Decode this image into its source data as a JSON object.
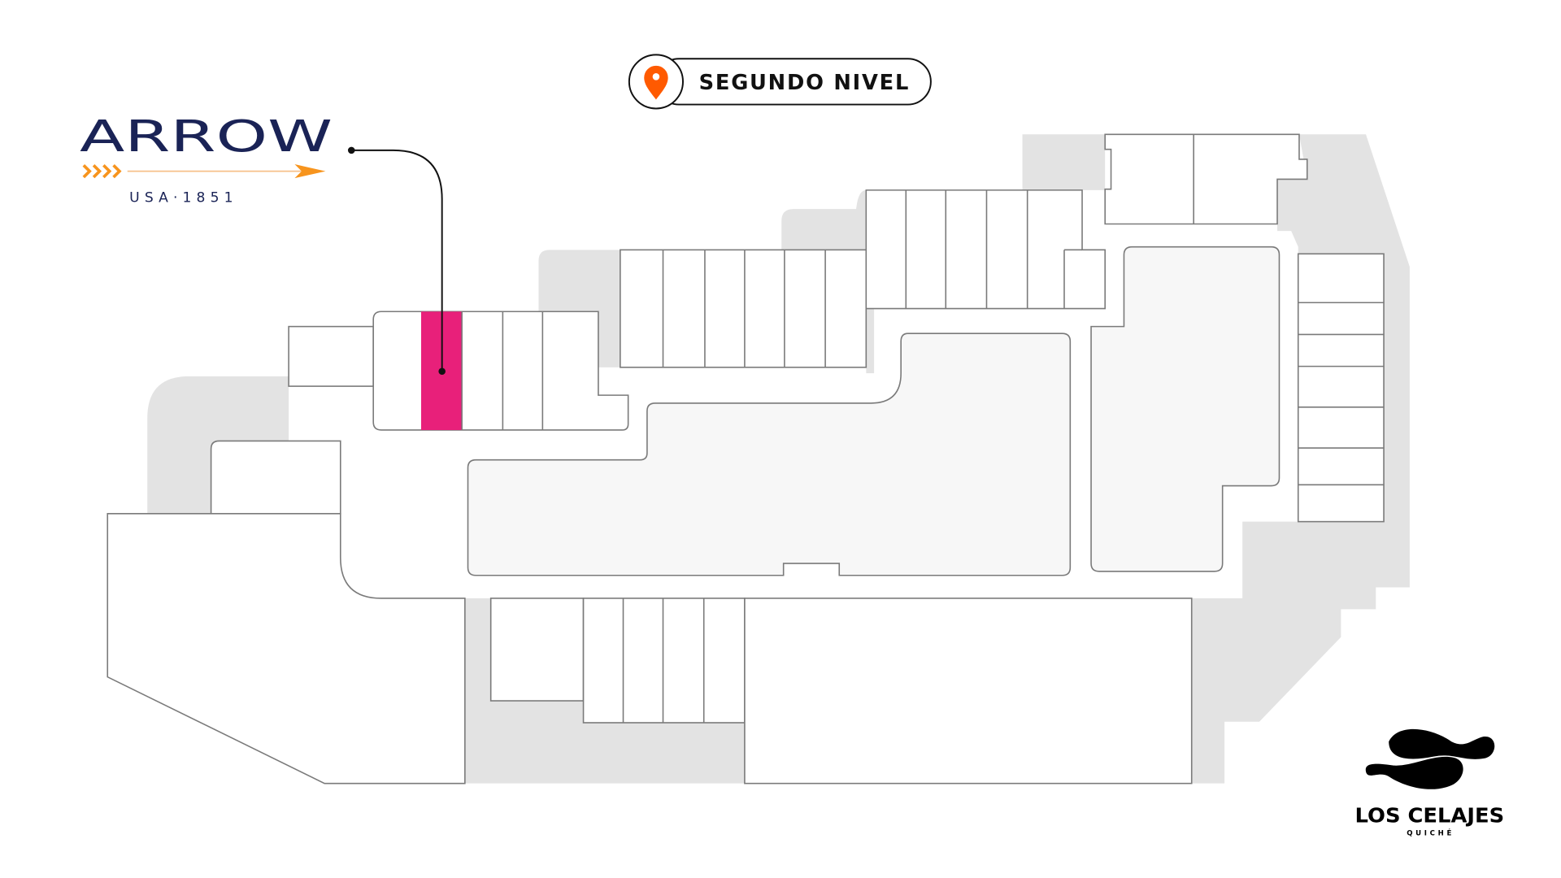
{
  "header": {
    "level_label": "SEGUNDO NIVEL",
    "pin_color": "#ff5a00"
  },
  "brand": {
    "name": "ARROW",
    "tagline": "USA·1851",
    "name_color": "#1a2356",
    "arrow_color": "#f7941d"
  },
  "highlight": {
    "store": "ARROW",
    "color": "#e8207a"
  },
  "mall": {
    "name": "LOS CELAJES",
    "location": "QUICHÉ"
  }
}
